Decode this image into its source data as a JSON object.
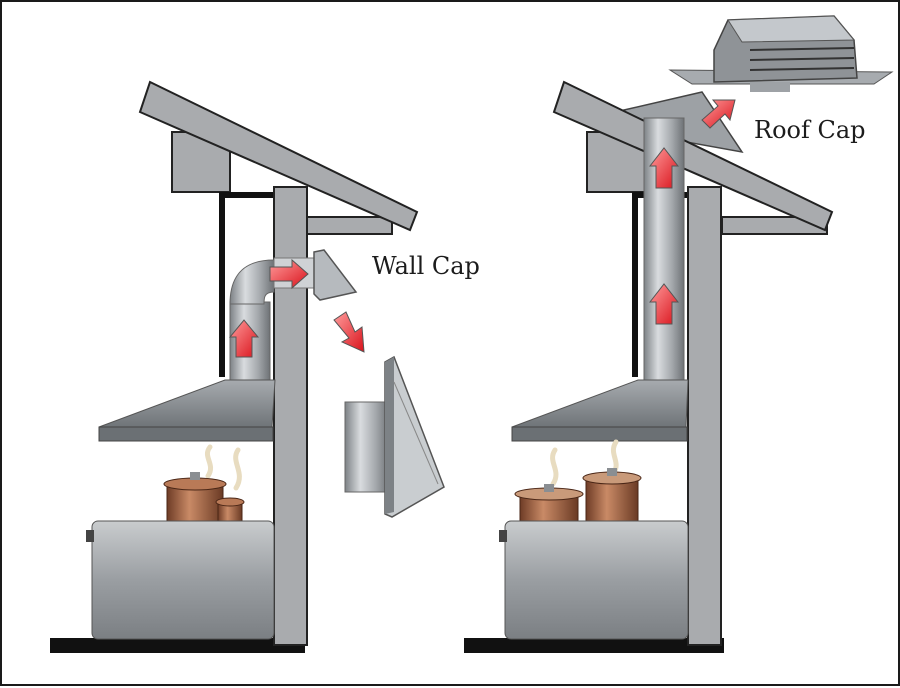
{
  "labels": {
    "wall_cap": "Wall Cap",
    "roof_cap": "Roof Cap"
  },
  "colors": {
    "frame": "#a9abae",
    "frame_stroke": "#222222",
    "hood": "#8d9296",
    "duct": "#c3c7cb",
    "arrow": "#e31b23",
    "pot_copper": "#9a5a3a",
    "cabinet": "#9fa3a7"
  },
  "icons": [
    "wall-cap-detail",
    "roof-cap-detail",
    "airflow-arrow",
    "steam-wisp"
  ]
}
